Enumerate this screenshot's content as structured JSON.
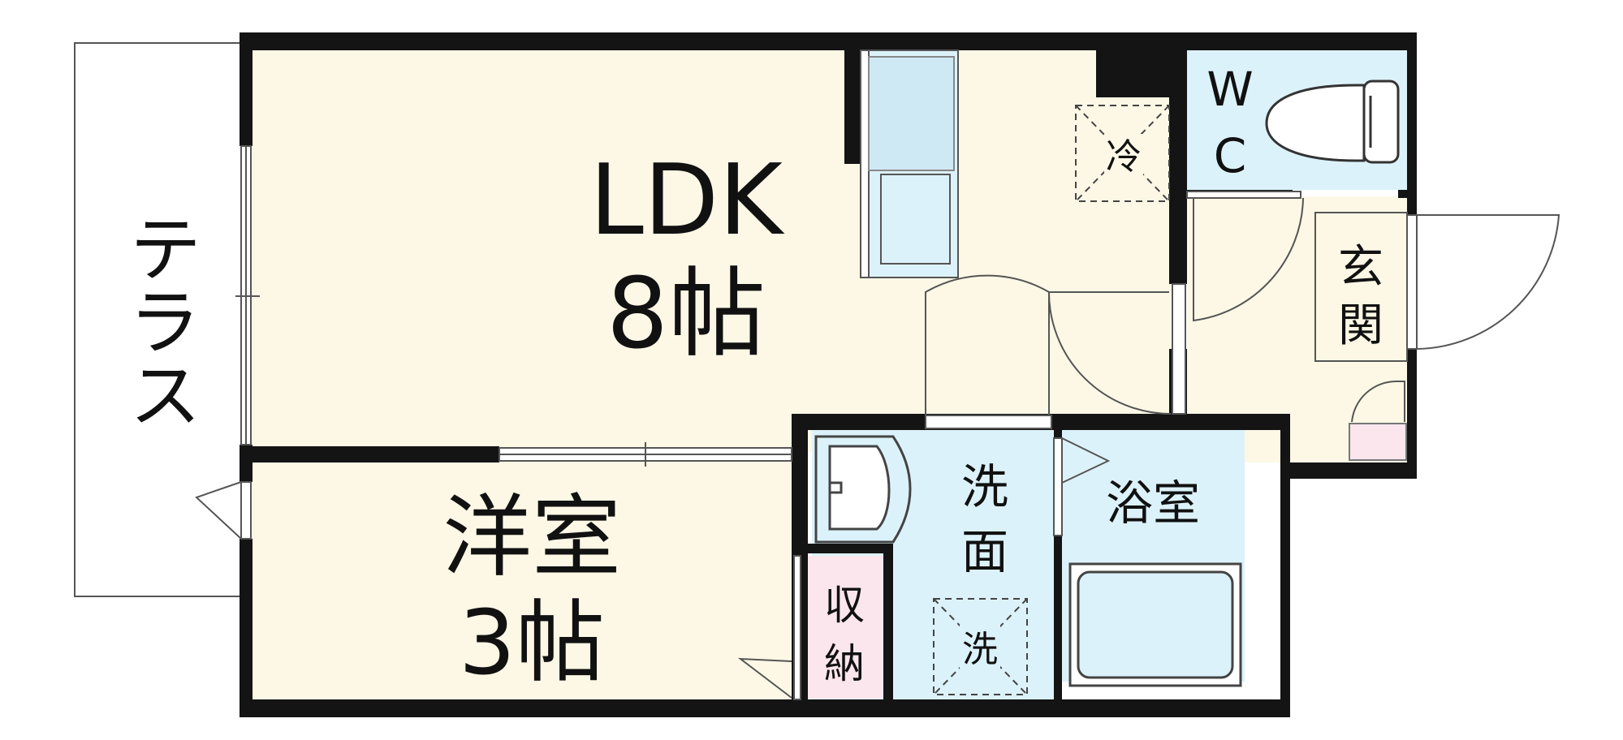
{
  "rooms": {
    "ldk": {
      "name": "LDK",
      "size": "8帖"
    },
    "western": {
      "name": "洋室",
      "size": "3帖"
    },
    "terrace": "テラス",
    "wc": [
      "W",
      "C"
    ],
    "entrance": [
      "玄",
      "関"
    ],
    "washroom": [
      "洗",
      "面"
    ],
    "bath": "浴室",
    "storage": [
      "収",
      "納"
    ]
  },
  "fixtures": {
    "fridge": "冷",
    "washer": "洗"
  },
  "colors": {
    "wall": "#141414",
    "floor_beige": "#fdf8e6",
    "wet_area_blue": "#dcf2fa",
    "storage_pink": "#fbe6ee",
    "fixture_blue": "#7fc6e6",
    "line": "#555555"
  }
}
